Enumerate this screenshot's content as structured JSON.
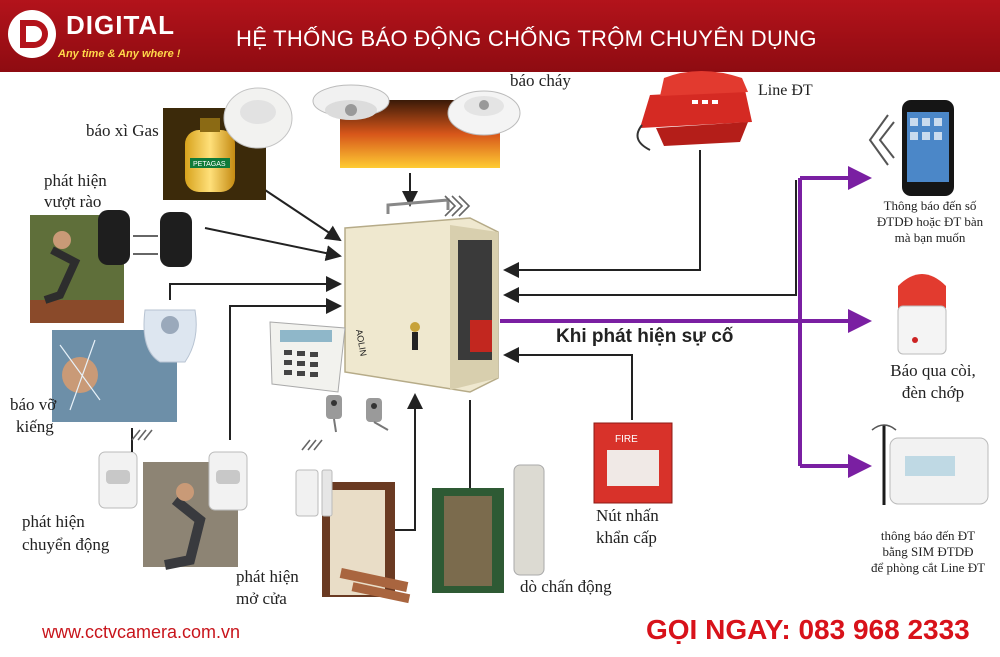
{
  "header": {
    "brand": "DIGITAL",
    "tagline": "Any time & Any where !",
    "title": "HỆ THỐNG BÁO ĐỘNG CHỐNG TRỘM CHUYÊN DỤNG"
  },
  "inputs": {
    "gas": "báo xì Gas",
    "fence_1": "phát hiện",
    "fence_2": "vượt rào",
    "glass_1": "báo vỡ",
    "glass_2": "kiếng",
    "motion_1": "phát hiện",
    "motion_2": "chuyển động",
    "door_1": "phát hiện",
    "door_2": "mở cửa",
    "vibration": "dò chấn động",
    "fire": "báo cháy",
    "panic_1": "Nút nhấn",
    "panic_2": "khẩn cấp"
  },
  "device_text": {
    "fire_button": "FIRE",
    "gas_tank": "PETAGAS",
    "panel_brand": "AOLIN"
  },
  "outputs": {
    "phone_line": "Line ĐT",
    "mobile_1": "Thông báo đến số",
    "mobile_2": "ĐTDĐ hoặc ĐT bàn",
    "mobile_3": "mà bạn muốn",
    "siren_1": "Báo qua còi,",
    "siren_2": "đèn chớp",
    "sim_1": "thông báo đến ĐT",
    "sim_2": "bằng SIM ĐTDĐ",
    "sim_3": "để phòng cắt Line ĐT"
  },
  "event_text": "Khi phát hiện sự cố",
  "footer": {
    "website": "www.cctvcamera.com.vn",
    "hotline": "GỌI NGAY: 083 968 2333"
  },
  "colors": {
    "banner": "#a10f16",
    "alert_line": "#7a1fa2",
    "panel": "#efe8cf",
    "hotline": "#d8121a"
  }
}
